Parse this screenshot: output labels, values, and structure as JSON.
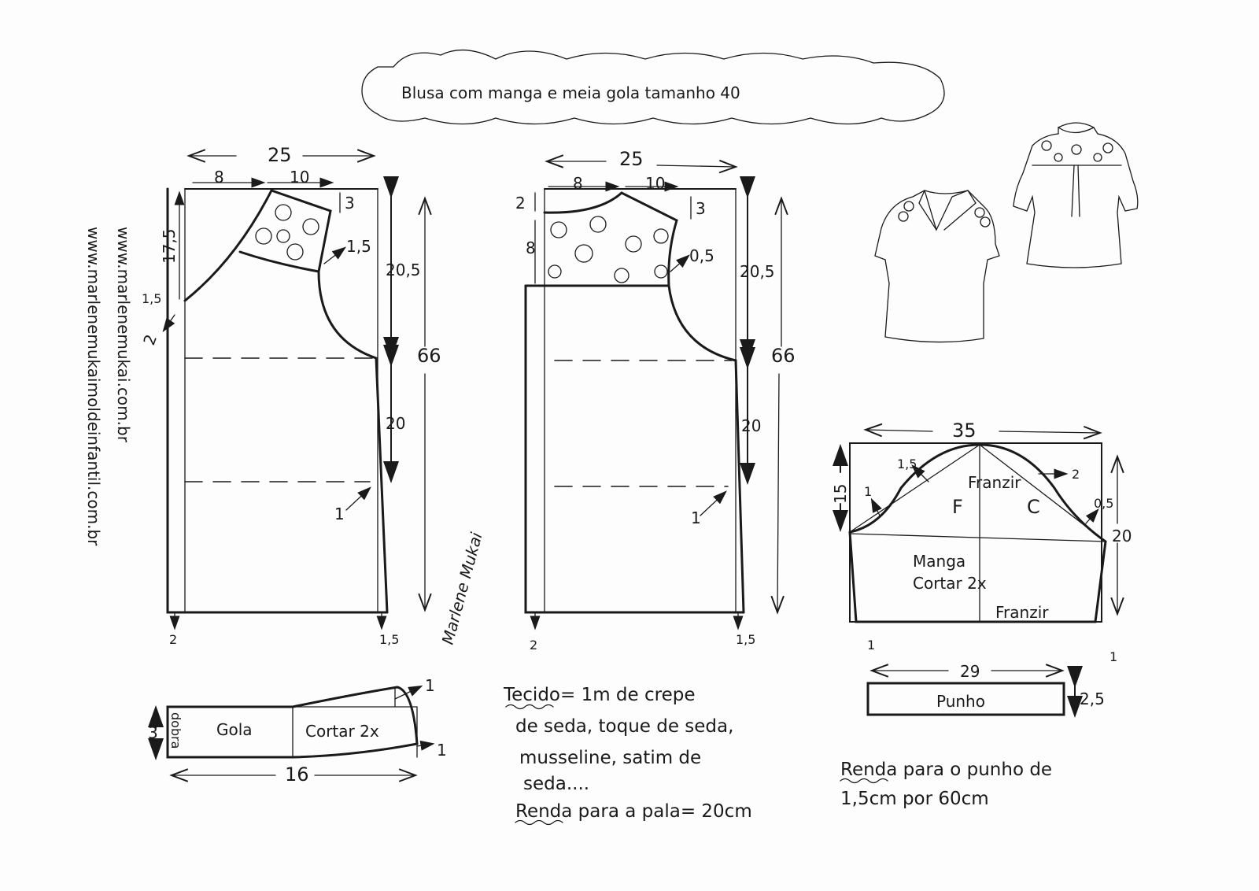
{
  "title": "Blusa com manga e meia gola tamanho 40",
  "websites": [
    "www.marlenemukai.com.br",
    "www.marlenemukaimoldeinfantil.com.br"
  ],
  "signature": "Marlene Mukai",
  "front": {
    "width": "25",
    "neck_w": "8",
    "shoulder_w": "10",
    "shoulder_drop": "3",
    "neck_depth": "17,5",
    "neck_ext": "1,5",
    "neck_ease": "2",
    "armhole_ease": "1,5",
    "armhole_depth": "20,5",
    "waist": "20",
    "length": "66",
    "hip": "1",
    "hem_left": "2",
    "hem_right": "1,5"
  },
  "back": {
    "width": "25",
    "neck_w": "8",
    "shoulder_w": "10",
    "shoulder_drop": "3",
    "neck_depth": "2",
    "yoke_depth": "8",
    "armhole_ease": "0,5",
    "armhole_depth": "20,5",
    "waist": "20",
    "length": "66",
    "hip": "1",
    "hem_left": "2",
    "hem_right": "1,5"
  },
  "sleeve": {
    "width": "35",
    "cap_height": "15",
    "length": "20",
    "ease_front_1": "1,5",
    "ease_front_2": "1",
    "ease_back_1": "2",
    "ease_back_2": "0,5",
    "gather_top": "Franzir",
    "front_mark": "F",
    "back_mark": "C",
    "label_1": "Manga",
    "label_2": "Cortar 2x",
    "gather_bottom": "Franzir",
    "hem_left": "1",
    "hem_right": "1"
  },
  "cuff": {
    "width": "29",
    "height": "2,5",
    "label": "Punho"
  },
  "collar": {
    "fold": "dobra",
    "height": "3",
    "label": "Gola",
    "cut": "Cortar 2x",
    "length": "16",
    "tip_top": "1",
    "tip_bottom": "1"
  },
  "fabric_note": [
    "Tecido= 1m de crepe",
    "de seda, toque de seda,",
    "musseline, satim de",
    "seda....",
    "Renda para a pala= 20cm"
  ],
  "lace_note": [
    "Renda para o punho de",
    "1,5cm por 60cm"
  ]
}
